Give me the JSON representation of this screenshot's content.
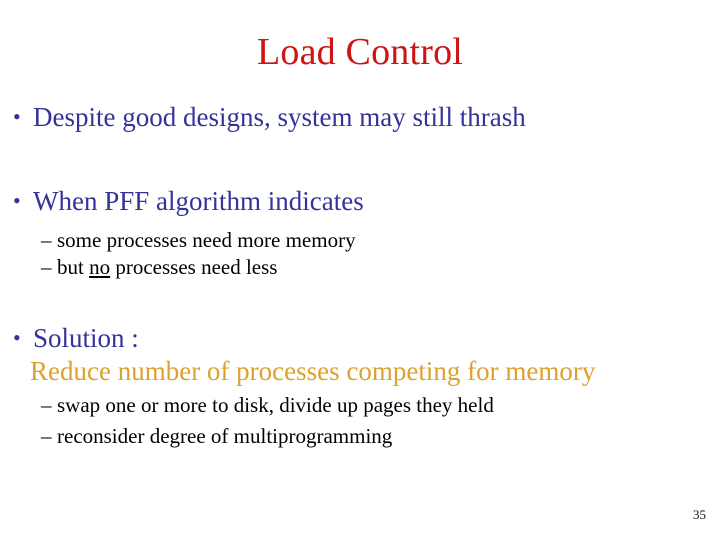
{
  "slide": {
    "title": "Load Control",
    "page_number": "35",
    "colors": {
      "background": "#ffffff",
      "title": "#cc1616",
      "bullet_level1": "#333399",
      "bullet_level2": "#000000",
      "highlight_gold": "#dda22e"
    },
    "bullets": [
      {
        "marker": "•",
        "text": "Despite good designs, system may still thrash"
      },
      {
        "marker": "•",
        "text": "When PFF algorithm indicates",
        "sub": [
          {
            "marker": "–",
            "text": "some processes need more memory"
          },
          {
            "marker": "–",
            "text_before": "but ",
            "text_underlined": "no",
            "text_after": " processes need less"
          }
        ]
      },
      {
        "marker": "•",
        "text": "Solution :",
        "continuation": "Reduce number of processes competing for memory",
        "sub": [
          {
            "marker": "–",
            "text": "swap one or more to disk, divide up pages they held"
          },
          {
            "marker": "–",
            "text": "reconsider degree of multiprogramming"
          }
        ]
      }
    ]
  }
}
